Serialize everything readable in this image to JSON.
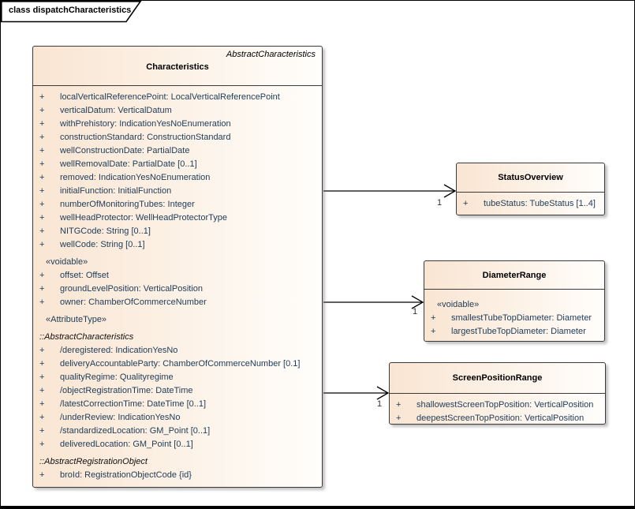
{
  "frame": {
    "label": "class dispatchCharacteristics"
  },
  "colors": {
    "box_fill_left": "#f9e5d2",
    "box_fill_right": "#fffefc",
    "box_border": "#3a3a3a",
    "attribute_text": "#1d3b57",
    "connector": "#000000"
  },
  "characteristics": {
    "stereotype": "AbstractCharacteristics",
    "name": "Characteristics",
    "members": [
      {
        "kind": "attr",
        "vis": "+",
        "text": "localVerticalReferencePoint: LocalVerticalReferencePoint"
      },
      {
        "kind": "attr",
        "vis": "+",
        "text": "verticalDatum: VerticalDatum"
      },
      {
        "kind": "attr",
        "vis": "+",
        "text": "withPrehistory: IndicationYesNoEnumeration"
      },
      {
        "kind": "attr",
        "vis": "+",
        "text": "constructionStandard: ConstructionStandard"
      },
      {
        "kind": "attr",
        "vis": "+",
        "text": "wellConstructionDate: PartialDate"
      },
      {
        "kind": "attr",
        "vis": "+",
        "text": "wellRemovalDate: PartialDate [0..1]"
      },
      {
        "kind": "attr",
        "vis": "+",
        "text": "removed: IndicationYesNoEnumeration"
      },
      {
        "kind": "attr",
        "vis": "+",
        "text": "initialFunction: InitialFunction"
      },
      {
        "kind": "attr",
        "vis": "+",
        "text": "numberOfMonitoringTubes: Integer"
      },
      {
        "kind": "attr",
        "vis": "+",
        "text": "wellHeadProtector: WellHeadProtectorType"
      },
      {
        "kind": "attr",
        "vis": "+",
        "text": "NITGCode: String [0..1]"
      },
      {
        "kind": "attr",
        "vis": "+",
        "text": "wellCode: String [0..1]"
      },
      {
        "kind": "stereo",
        "text": "«voidable»"
      },
      {
        "kind": "attr",
        "vis": "+",
        "text": "offset: Offset"
      },
      {
        "kind": "attr",
        "vis": "+",
        "text": "groundLevelPosition: VerticalPosition"
      },
      {
        "kind": "attr",
        "vis": "+",
        "text": "owner: ChamberOfCommerceNumber"
      },
      {
        "kind": "stereo",
        "text": "«AttributeType»"
      },
      {
        "kind": "module",
        "text": "::AbstractCharacteristics"
      },
      {
        "kind": "attr",
        "vis": "+",
        "text": "/deregistered: IndicationYesNo"
      },
      {
        "kind": "attr",
        "vis": "+",
        "text": "deliveryAccountableParty: ChamberOfCommerceNumber [0.1]"
      },
      {
        "kind": "attr",
        "vis": "+",
        "text": "qualityRegime: Qualityregime"
      },
      {
        "kind": "attr",
        "vis": "+",
        "text": "/objectRegistrationTime: DateTime"
      },
      {
        "kind": "attr",
        "vis": "+",
        "text": "/latestCorrectionTime: DateTime [0..1]"
      },
      {
        "kind": "attr",
        "vis": "+",
        "text": "/underReview: IndicationYesNo"
      },
      {
        "kind": "attr",
        "vis": "+",
        "text": "/standardizedLocation: GM_Point [0..1]"
      },
      {
        "kind": "attr",
        "vis": "+",
        "text": "deliveredLocation: GM_Point [0..1]"
      },
      {
        "kind": "module",
        "text": "::AbstractRegistrationObject"
      },
      {
        "kind": "attr",
        "vis": "+",
        "text": "broId: RegistrationObjectCode {id}"
      }
    ]
  },
  "status_overview": {
    "name": "StatusOverview",
    "members": [
      {
        "kind": "attr",
        "vis": "+",
        "text": "tubeStatus: TubeStatus [1..4]"
      }
    ]
  },
  "diameter_range": {
    "name": "DiameterRange",
    "members": [
      {
        "kind": "stereo",
        "text": "«voidable»"
      },
      {
        "kind": "attr",
        "vis": "+",
        "text": "smallestTubeTopDiameter: Diameter"
      },
      {
        "kind": "attr",
        "vis": "+",
        "text": "largestTubeTopDiameter: Diameter"
      }
    ]
  },
  "screen_position_range": {
    "name": "ScreenPositionRange",
    "members": [
      {
        "kind": "attr",
        "vis": "+",
        "text": "shallowestScreenTopPosition: VerticalPosition"
      },
      {
        "kind": "attr",
        "vis": "+",
        "text": "deepestScreenTopPosition: VerticalPosition"
      }
    ]
  },
  "connectors": [
    {
      "source": "Characteristics",
      "target": "StatusOverview",
      "multiplicity": "1"
    },
    {
      "source": "Characteristics",
      "target": "DiameterRange",
      "multiplicity": "1"
    },
    {
      "source": "Characteristics",
      "target": "ScreenPositionRange",
      "multiplicity": "1"
    }
  ]
}
